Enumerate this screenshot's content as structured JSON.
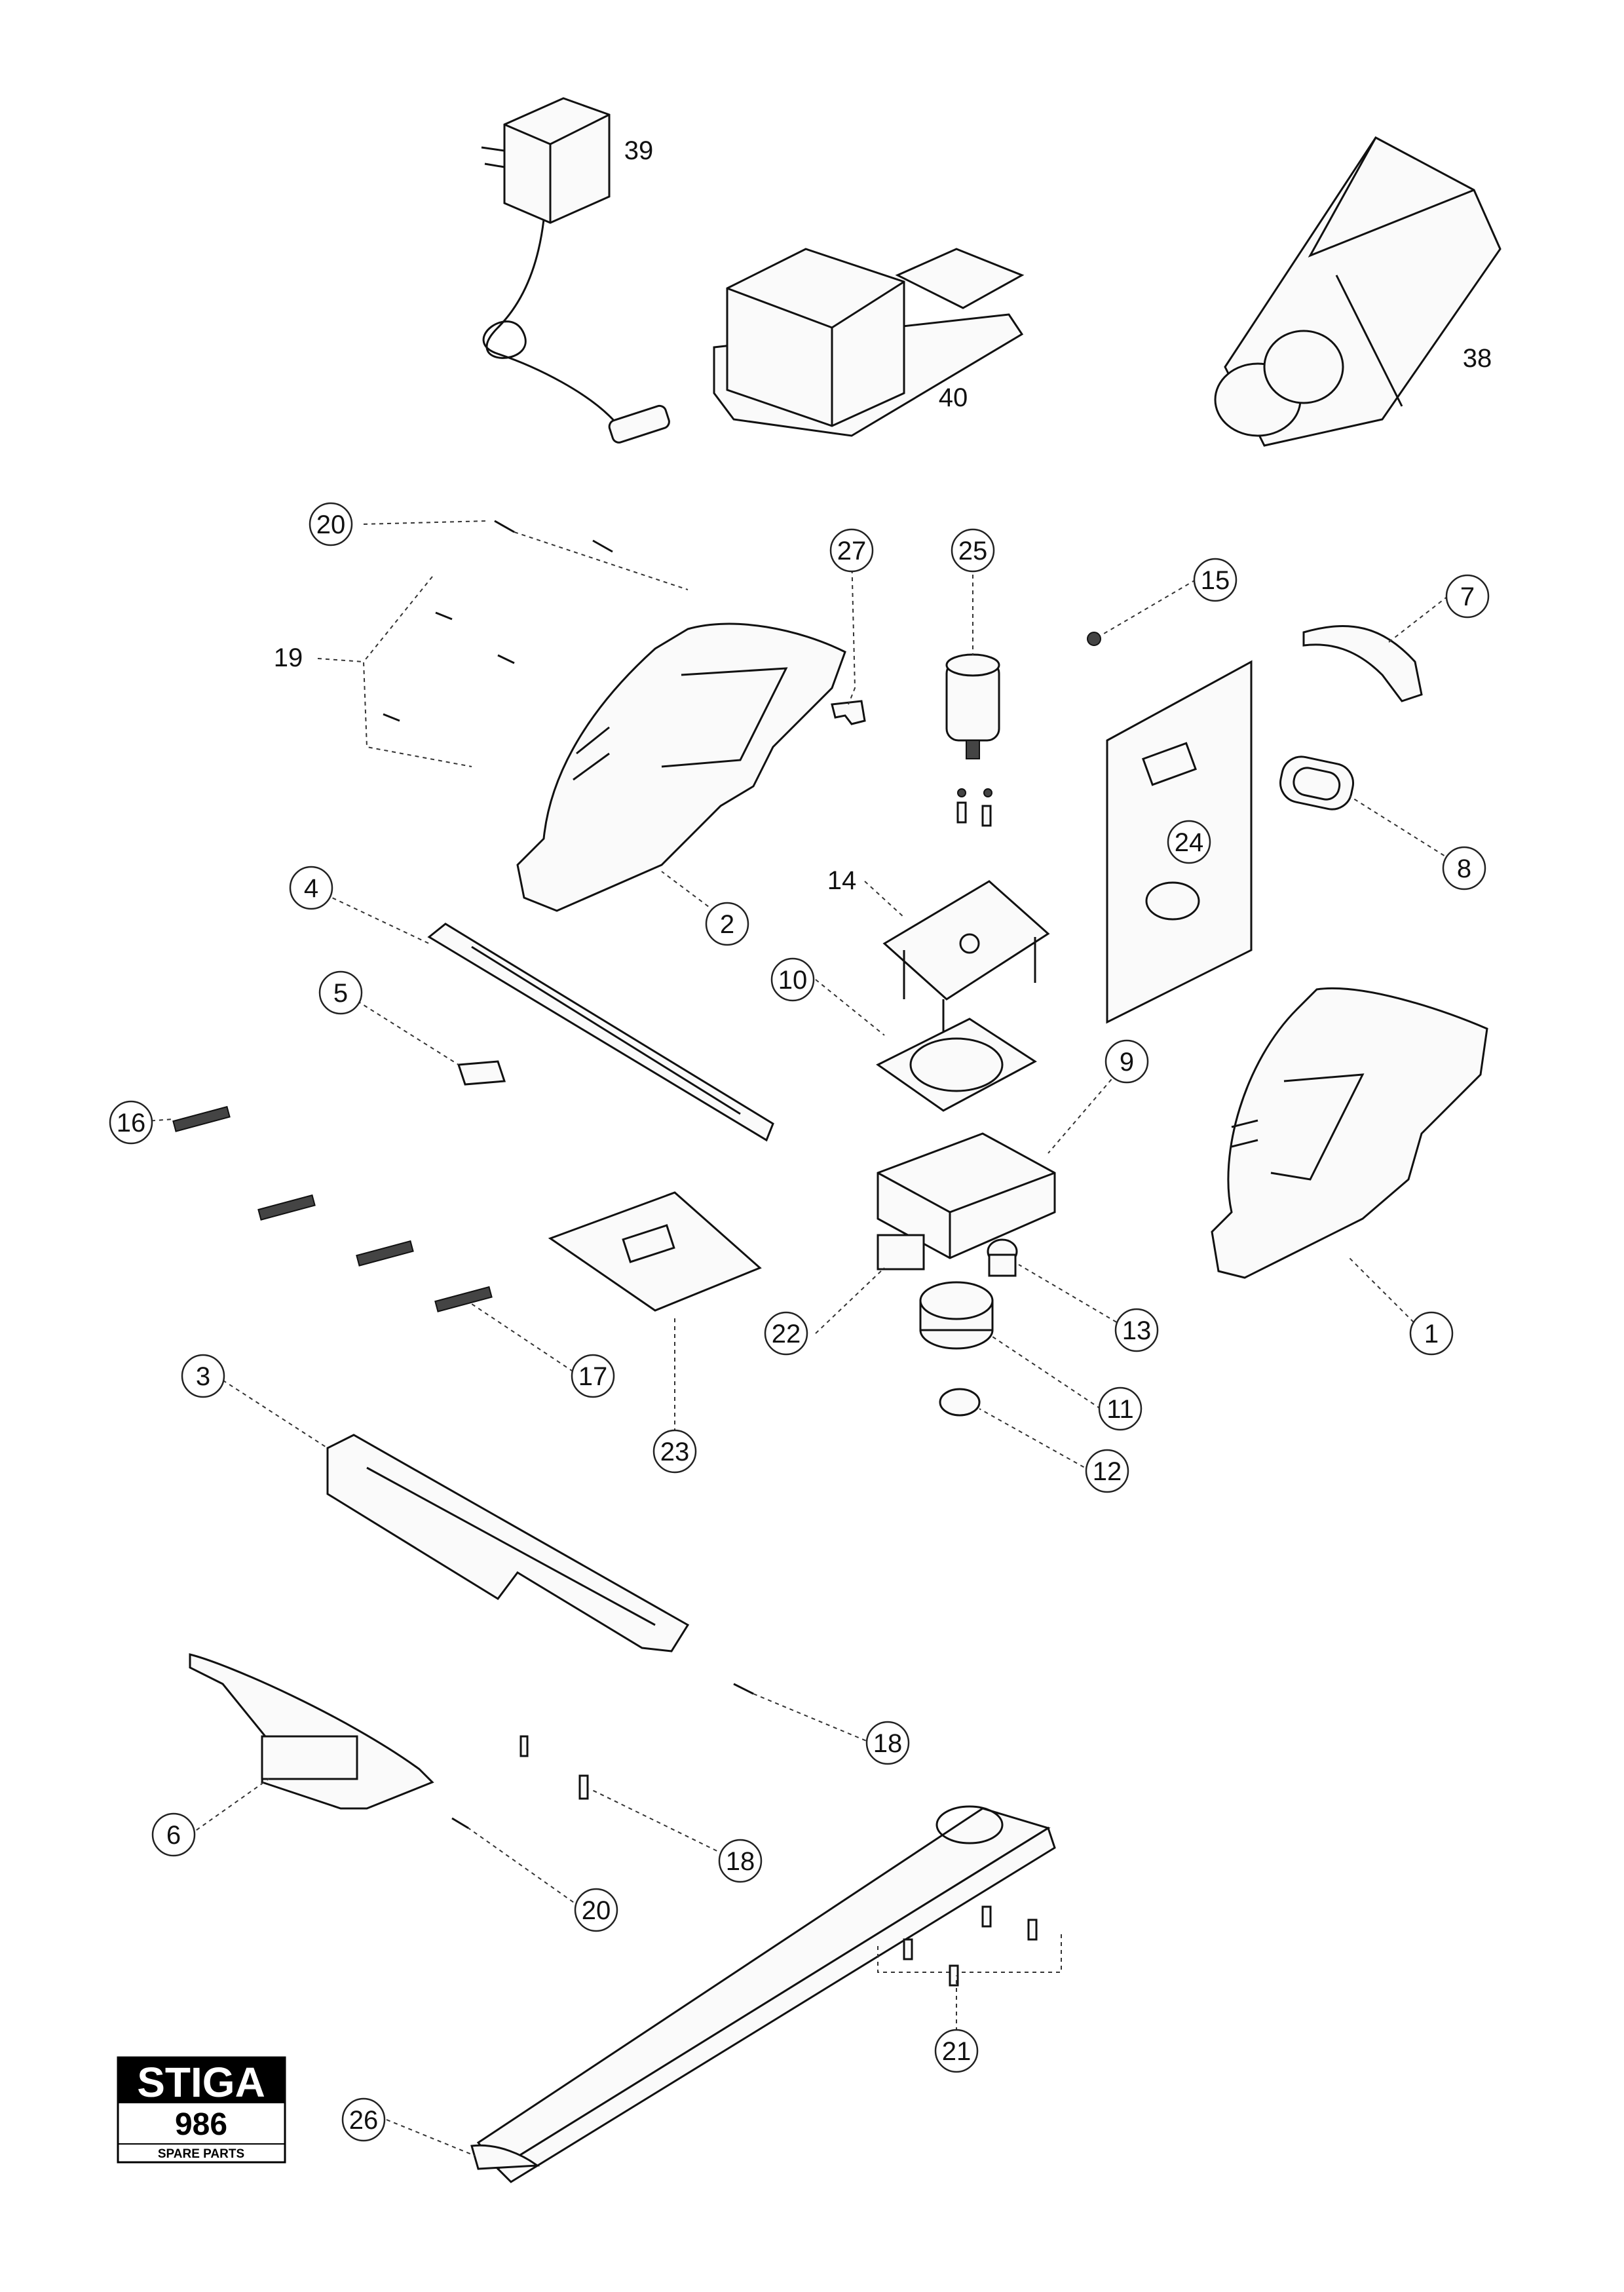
{
  "logo": {
    "brand": "STIGA",
    "model": "986",
    "caption": "SPARE PARTS"
  },
  "callouts": [
    {
      "id": "c39",
      "label": "39"
    },
    {
      "id": "c40",
      "label": "40"
    },
    {
      "id": "c38",
      "label": "38"
    },
    {
      "id": "c20a",
      "label": "20"
    },
    {
      "id": "c19",
      "label": "19"
    },
    {
      "id": "c27",
      "label": "27"
    },
    {
      "id": "c25",
      "label": "25"
    },
    {
      "id": "c15",
      "label": "15"
    },
    {
      "id": "c7",
      "label": "7"
    },
    {
      "id": "c2",
      "label": "2"
    },
    {
      "id": "c4",
      "label": "4"
    },
    {
      "id": "c14",
      "label": "14"
    },
    {
      "id": "c24",
      "label": "24"
    },
    {
      "id": "c8",
      "label": "8"
    },
    {
      "id": "c5",
      "label": "5"
    },
    {
      "id": "c10",
      "label": "10"
    },
    {
      "id": "c9",
      "label": "9"
    },
    {
      "id": "c16",
      "label": "16"
    },
    {
      "id": "c13",
      "label": "13"
    },
    {
      "id": "c22",
      "label": "22"
    },
    {
      "id": "c1",
      "label": "1"
    },
    {
      "id": "c17",
      "label": "17"
    },
    {
      "id": "c11",
      "label": "11"
    },
    {
      "id": "c23",
      "label": "23"
    },
    {
      "id": "c12",
      "label": "12"
    },
    {
      "id": "c3",
      "label": "3"
    },
    {
      "id": "c18a",
      "label": "18"
    },
    {
      "id": "c6",
      "label": "6"
    },
    {
      "id": "c18b",
      "label": "18"
    },
    {
      "id": "c20b",
      "label": "20"
    },
    {
      "id": "c21",
      "label": "21"
    },
    {
      "id": "c26",
      "label": "26"
    }
  ]
}
